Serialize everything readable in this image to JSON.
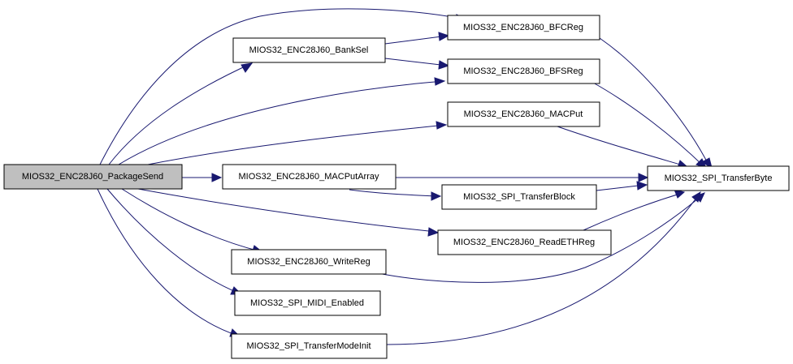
{
  "graph": {
    "root": {
      "label": "MIOS32_ENC28J60_PackageSend"
    },
    "nodes": {
      "banksel": {
        "label": "MIOS32_ENC28J60_BankSel"
      },
      "bfcreg": {
        "label": "MIOS32_ENC28J60_BFCReg"
      },
      "bfsreg": {
        "label": "MIOS32_ENC28J60_BFSReg"
      },
      "macput": {
        "label": "MIOS32_ENC28J60_MACPut"
      },
      "macputarray": {
        "label": "MIOS32_ENC28J60_MACPutArray"
      },
      "transferbyte": {
        "label": "MIOS32_SPI_TransferByte"
      },
      "transferblock": {
        "label": "MIOS32_SPI_TransferBlock"
      },
      "readethreg": {
        "label": "MIOS32_ENC28J60_ReadETHReg"
      },
      "writereg": {
        "label": "MIOS32_ENC28J60_WriteReg"
      },
      "midienabled": {
        "label": "MIOS32_SPI_MIDI_Enabled"
      },
      "transfermodeinit": {
        "label": "MIOS32_SPI_TransferModeInit"
      }
    },
    "colors": {
      "edge": "#191970",
      "root_fill": "#bfbfbf",
      "node_fill": "#ffffff",
      "node_border": "#000000"
    }
  }
}
